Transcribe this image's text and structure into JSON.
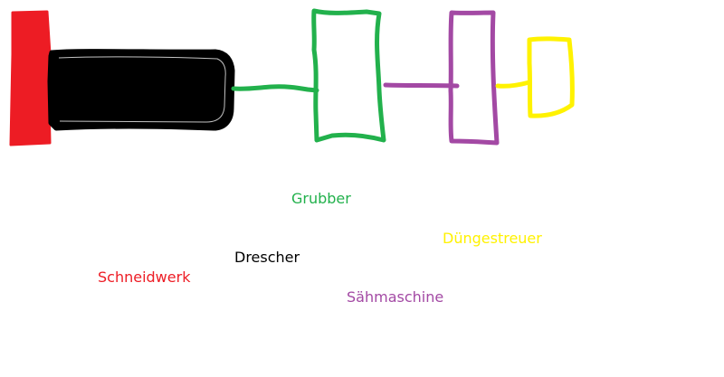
{
  "colors": {
    "schneidwerk": "#ed1c24",
    "drescher": "#000000",
    "grubber": "#22b14c",
    "saehmaschine": "#a349a4",
    "duengestreuer": "#fff200"
  },
  "labels": {
    "grubber": "Grubber",
    "duengestreuer": "Düngestreuer",
    "drescher": "Drescher",
    "schneidwerk": "Schneidwerk",
    "saehmaschine": "Sähmaschine"
  }
}
